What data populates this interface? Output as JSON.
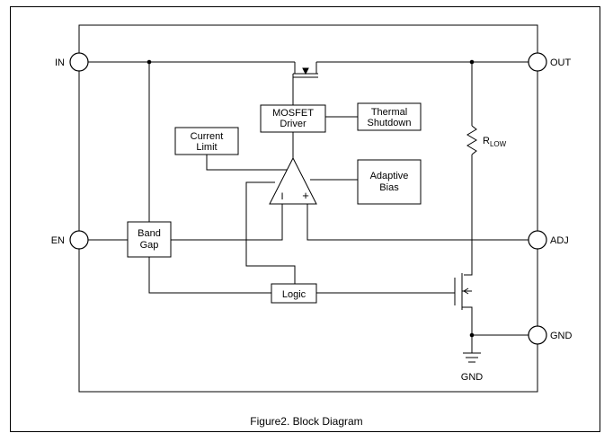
{
  "pins": {
    "in": "IN",
    "out": "OUT",
    "en": "EN",
    "adj": "ADJ",
    "gnd_right": "GND"
  },
  "blocks": {
    "mosfet_driver": [
      "MOSFET",
      "Driver"
    ],
    "thermal_shutdown": [
      "Thermal",
      "Shutdown"
    ],
    "current_limit": [
      "Current",
      "Limit"
    ],
    "adaptive_bias": [
      "Adaptive",
      "Bias"
    ],
    "band_gap": [
      "Band",
      "Gap"
    ],
    "logic": "Logic"
  },
  "amplifier": {
    "minus": "I",
    "plus": "+"
  },
  "resistor": {
    "main": "R",
    "subscript": "LOW"
  },
  "ground_label": "GND",
  "caption": "Figure2. Block Diagram"
}
